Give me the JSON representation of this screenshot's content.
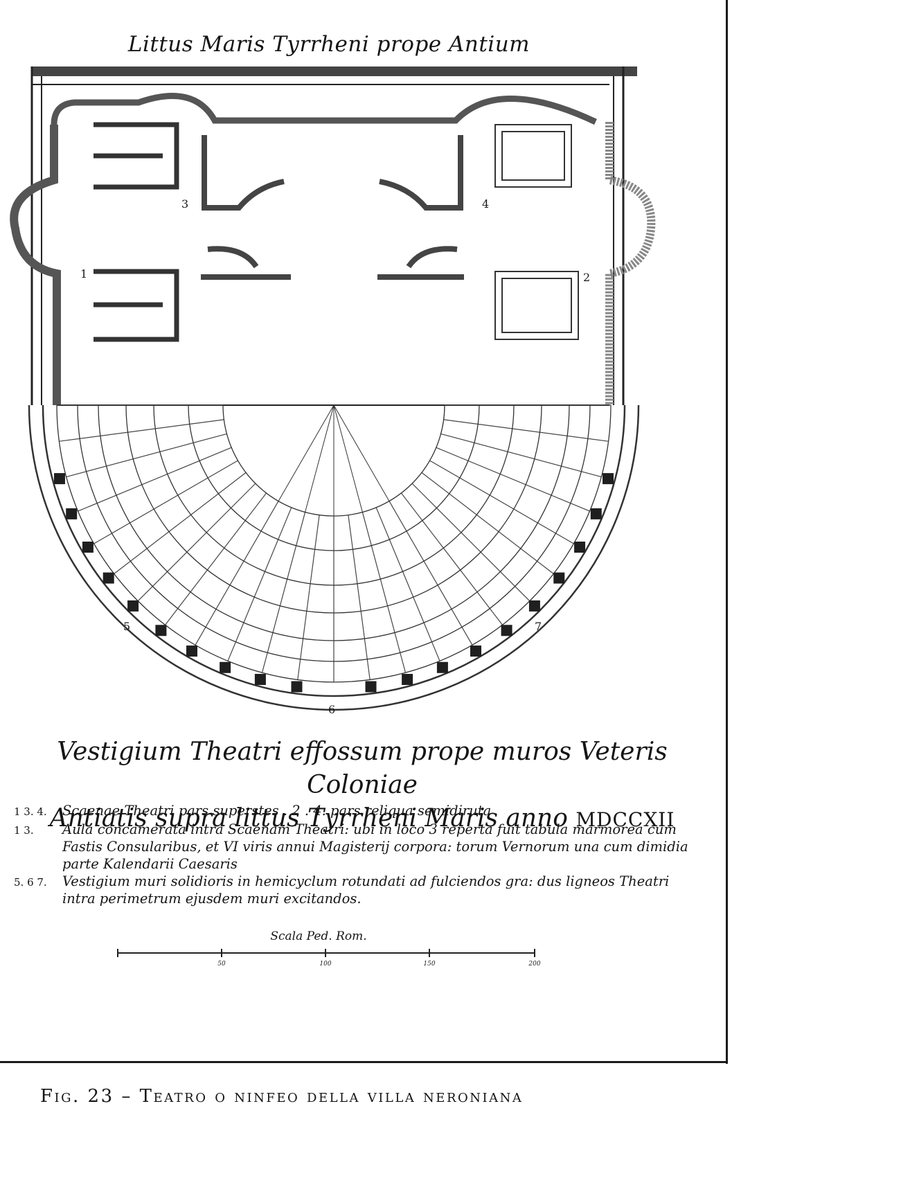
{
  "plan": {
    "header": "Littus Maris Tyrrheni prope Antium",
    "number_labels": [
      "1",
      "2",
      "3",
      "4",
      "5",
      "6",
      "7"
    ]
  },
  "title": {
    "line1": "Vestigium Theatri effossum prope muros Veteris Coloniae",
    "line2": "Antiatis supra littus Tyrrheni Maris anno",
    "year": "MDCCXII"
  },
  "legend": [
    {
      "key": "1 3. 4.",
      "text": "Scaenae Theatri pars superstes . 2 . 4. pars reliqua semidiruta"
    },
    {
      "key": "1 3.",
      "text": "Aula concamerata intra Scaenam Theatri: ubi in loco 3 reperta fuit tabula marmorea cum Fastis Consularibus, et VI viris annui Magisterij corpora: torum Vernorum una cum dimidia parte Kalendarii Caesaris"
    },
    {
      "key": "5. 6 7.",
      "text": "Vestigium muri solidioris in hemicyclum rotundati ad fulciendos gra: dus ligneos Theatri intra perimetrum ejusdem muri excitandos."
    }
  ],
  "scale": {
    "caption": "Scala Ped. Rom.",
    "ticks": [
      "50",
      "100",
      "150",
      "200"
    ]
  },
  "caption": "Fig. 23 – Teatro o ninfeo della villa neroniana",
  "colors": {
    "ink": "#151515",
    "paper": "#ffffff",
    "stone_fill": "#777777",
    "stone_dark": "#222222"
  }
}
